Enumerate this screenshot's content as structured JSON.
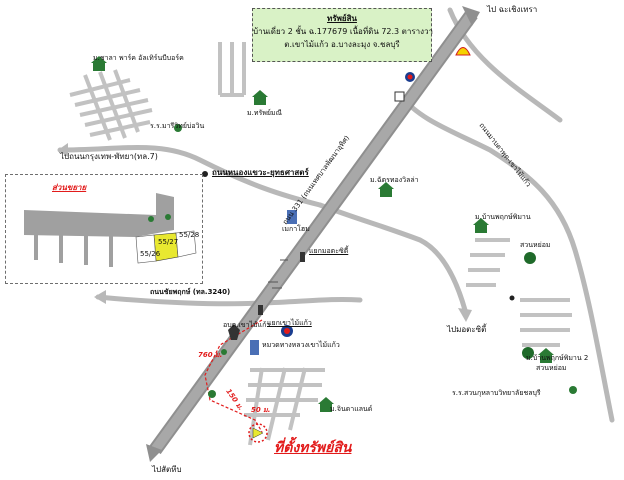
{
  "property_box": {
    "title": "ทรัพย์สิน",
    "line1": "บ้านเดี่ยว 2 ชั้น ฉ.177679 เนื้อที่ดิน 72.3 ตารางวา",
    "line2": "ต.เขาไม้แก้ว อ.บางละมุง จ.ชลบุรี"
  },
  "roads": {
    "to_chachoengsao": "ไป ฉะเชิงเทรา",
    "to_sattahip": "ไปสัตหีบ",
    "to_bangkok_pattaya": "ไปถนนกรุงเทพ-พัทยา(ทล.7)",
    "nongkhae_road": "ถนนหนองแขวะ-ยุทธศาสตร์",
    "highway_331": "ถนน 331 (ถนนเทศบาลพัฒนาอุทิศ)",
    "map_ta_phut_road": "ถนนมาบตาพุด-เขาไม้แก้ว",
    "chaiyaphruek_road": "ถนนชัยพฤกษ์ (ทล.3240)",
    "to_mabprachan": "ไปมอตะซิตี้"
  },
  "places": {
    "chala_park": "ม.ชาลา พาร์ค อัลเทิร์นบีบอร์ค",
    "school": "ร.ร.มารีวิทย์บ่อวิน",
    "thipmanee": "ม.ทรัพย์มณี",
    "chattongvilla": "ม.ฉัตรทองวิลล่า",
    "metro_home": "เมกาโฮม",
    "intersection_motorcity": "แยกมอตะซิตี้",
    "intersection_khaomaikaew": "แยกเขาไม้แก้ว",
    "obt": "อบต.เขาไม้แก้ว",
    "police": "หมวดทางหลวงเขาไม้แก้ว",
    "banpruek": "ม.บ้านพฤกษ์พิมาน",
    "suan_yom1": "สวนหย่อม",
    "suan_yom2": "สวนหย่อม",
    "banpruek2": "ม.บ้านพฤกษ์พิมาน 2",
    "university": "ร.ร.สวนกุหลาบวิทยาลัยชลบุรี",
    "chindalaland": "ม.จินดาแลนด์",
    "target": "ที่ตั้งทรัพย์สิน"
  },
  "distances": {
    "d760": "760 ม.",
    "d150": "150 ม.",
    "d50": "50 ม."
  },
  "inset": {
    "title": "ส่วนขยาย",
    "plot_a": "55/28",
    "plot_b": "55/27",
    "plot_c": "55/26"
  },
  "colors": {
    "road_main": "#9a9a9a",
    "road_minor": "#b8b8b8",
    "highlight": "#e8e830",
    "accent_red": "#e21b1b",
    "infobox_bg": "#d9f2c6"
  }
}
